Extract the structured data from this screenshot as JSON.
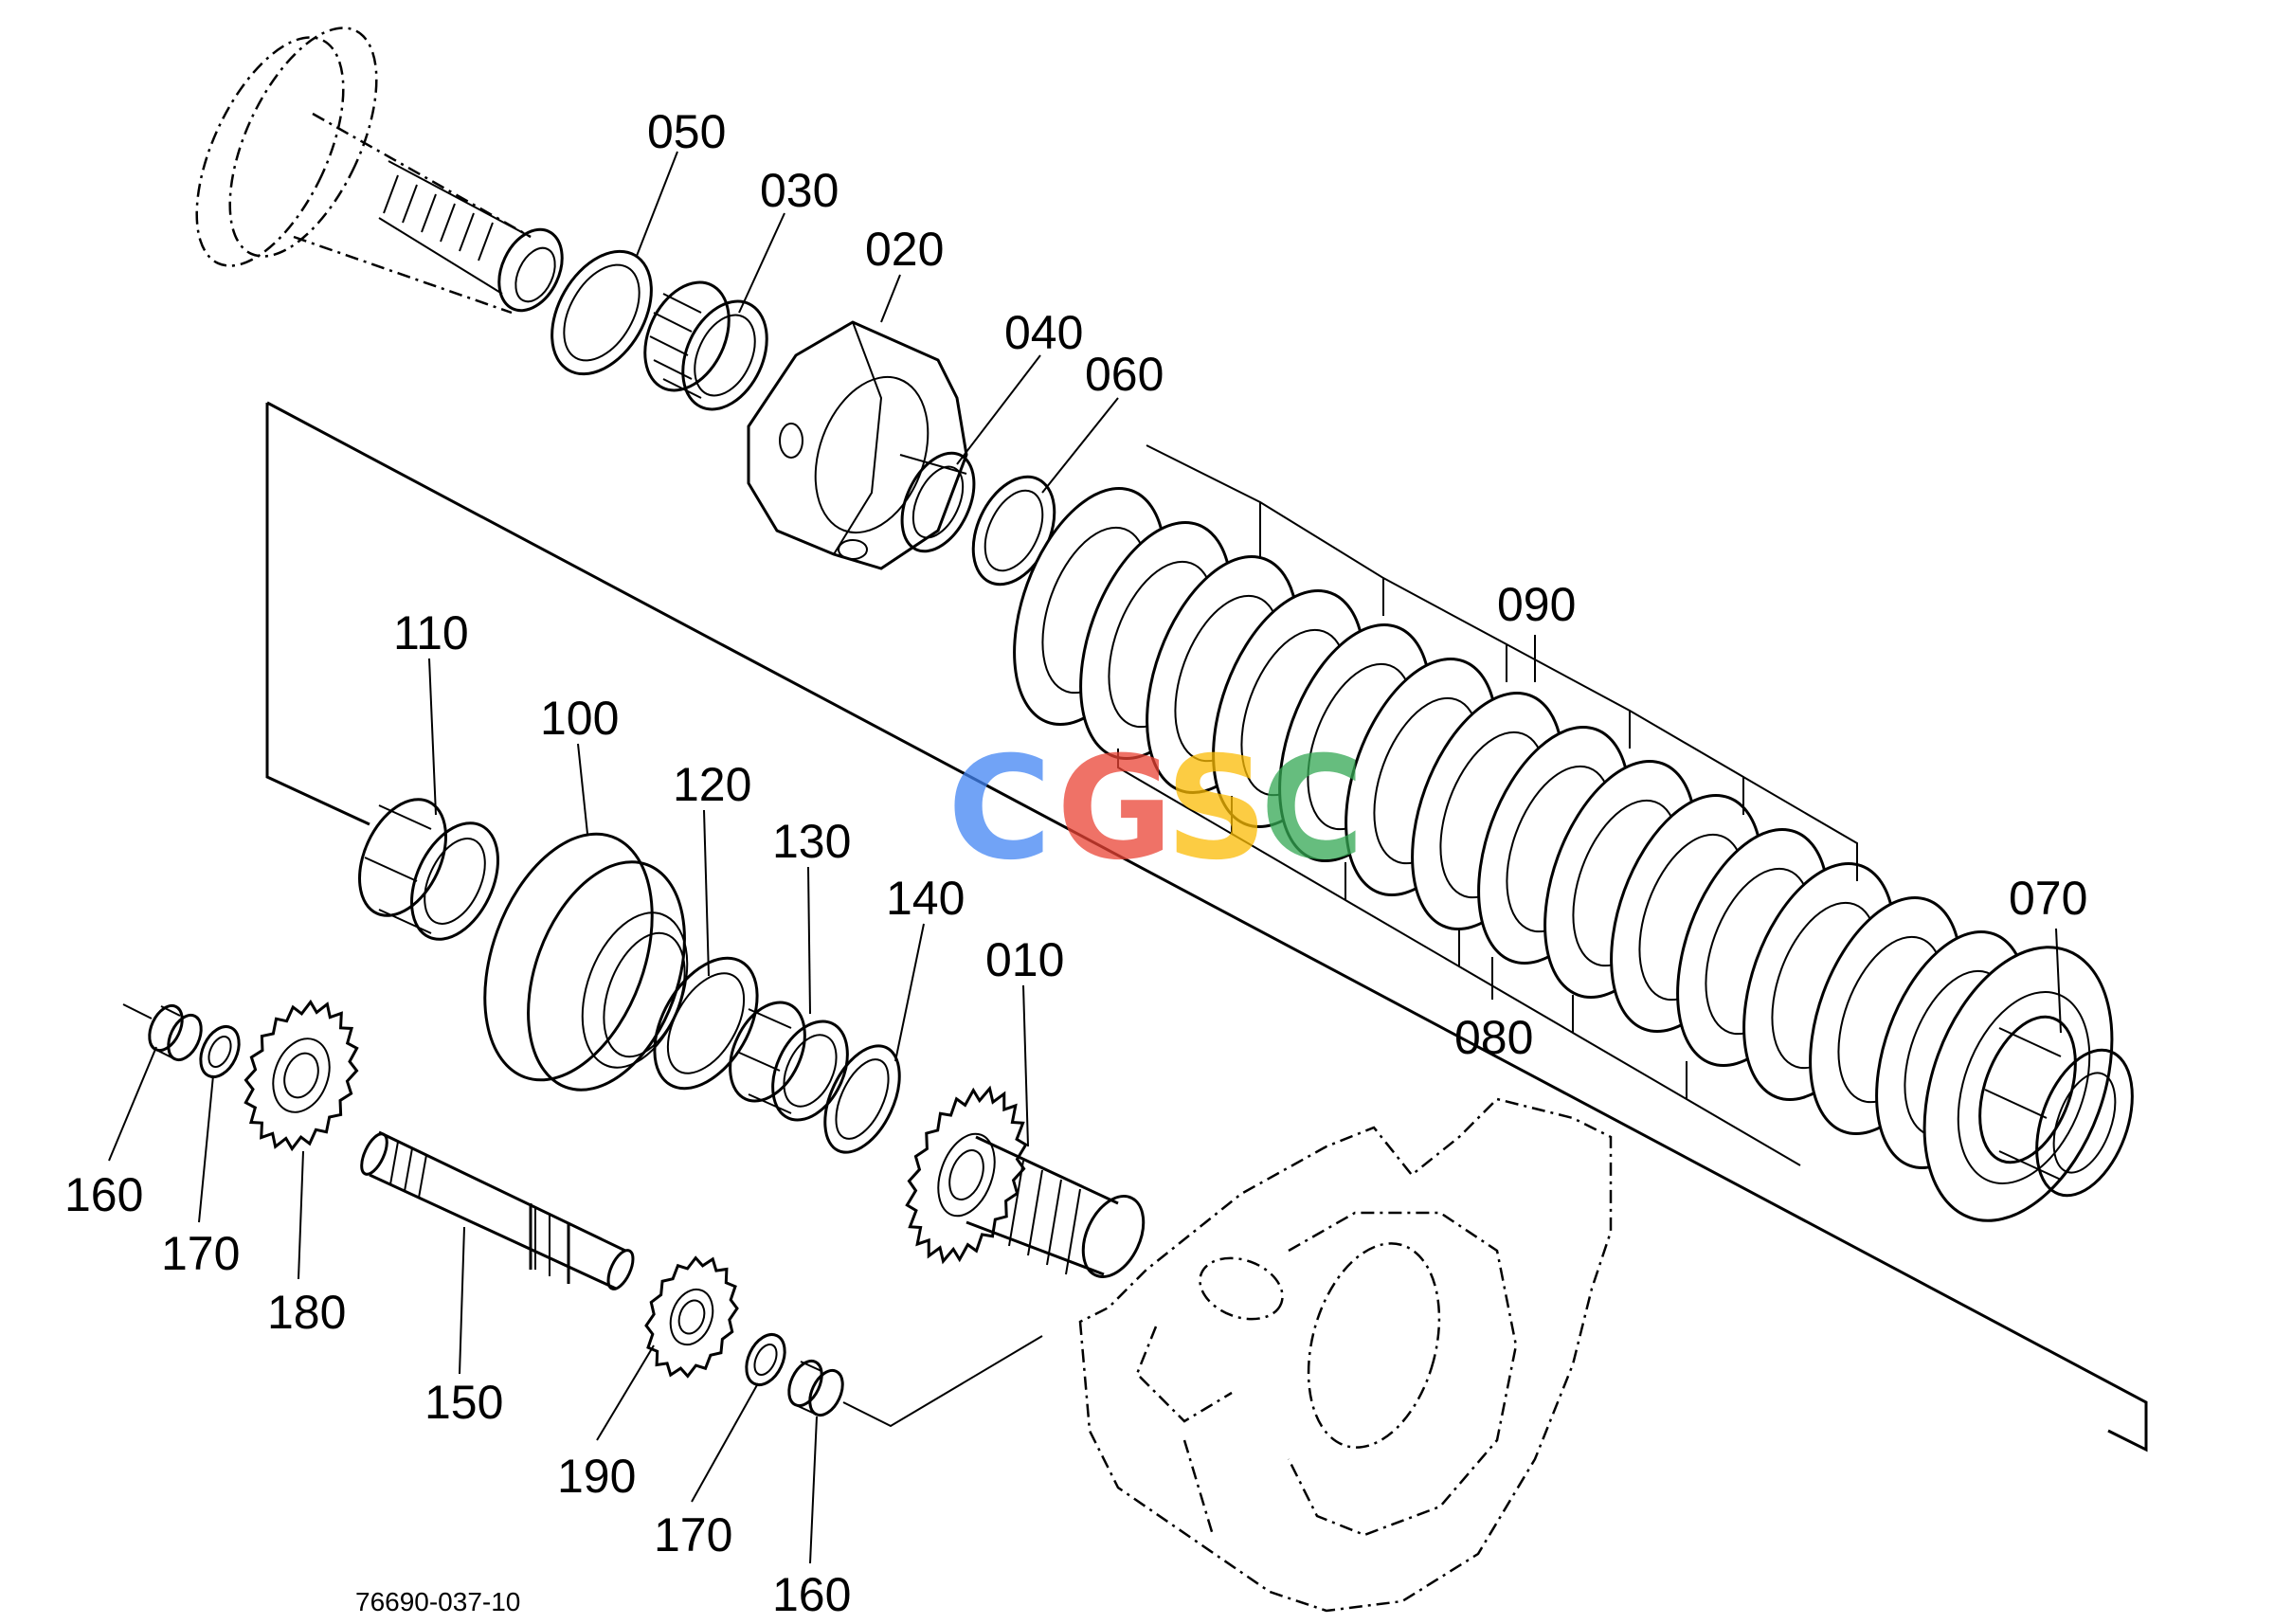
{
  "diagram": {
    "drawing_code": "76690-037-10",
    "part_labels": {
      "p010": "010",
      "p020": "020",
      "p030": "030",
      "p040": "040",
      "p050": "050",
      "p060": "060",
      "p070": "070",
      "p080": "080",
      "p090": "090",
      "p100": "100",
      "p110": "110",
      "p120": "120",
      "p130": "130",
      "p140": "140",
      "p150": "150",
      "p160a": "160",
      "p160b": "160",
      "p170a": "170",
      "p170b": "170",
      "p180": "180",
      "p190": "190"
    },
    "watermark": {
      "letters": [
        "C",
        "G",
        "S",
        "C"
      ],
      "colors": [
        "#4285F4",
        "#EA4335",
        "#FBBC05",
        "#34A853"
      ]
    }
  }
}
